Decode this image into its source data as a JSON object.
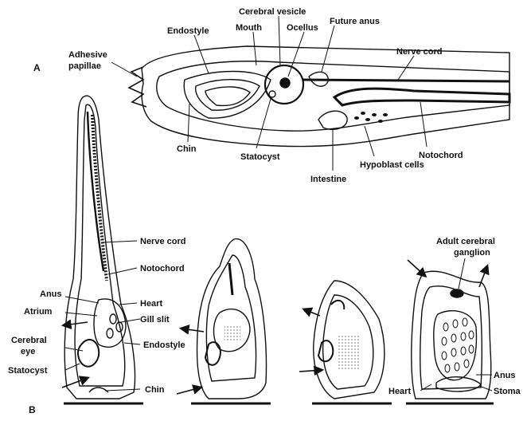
{
  "panels": {
    "a": "A",
    "b": "B"
  },
  "labels_a": {
    "adhesive_papillae_1": "Adhesive",
    "adhesive_papillae_2": "papillae",
    "endostyle": "Endostyle",
    "mouth": "Mouth",
    "cerebral_vesicle": "Cerebral vesicle",
    "ocellus": "Ocellus",
    "future_anus": "Future anus",
    "nerve_cord": "Nerve cord",
    "chin": "Chin",
    "statocyst": "Statocyst",
    "intestine": "Intestine",
    "hypoblast_cells": "Hypoblast cells",
    "notochord": "Notochord"
  },
  "labels_b": {
    "nerve_cord": "Nerve cord",
    "notochord": "Notochord",
    "anus": "Anus",
    "atrium": "Atrium",
    "heart": "Heart",
    "gill_slit": "Gill slit",
    "cerebral_eye_1": "Cerebral",
    "cerebral_eye_2": "eye",
    "endostyle": "Endostyle",
    "statocyst": "Statocyst",
    "chin": "Chin",
    "adult_ganglion_1": "Adult cerebral",
    "adult_ganglion_2": "ganglion",
    "anus_right": "Anus",
    "stomach_partial": "Stoma",
    "heart_right": "Heart"
  },
  "colors": {
    "ink": "#111111",
    "fill": "#ffffff",
    "shade": "#888888"
  }
}
